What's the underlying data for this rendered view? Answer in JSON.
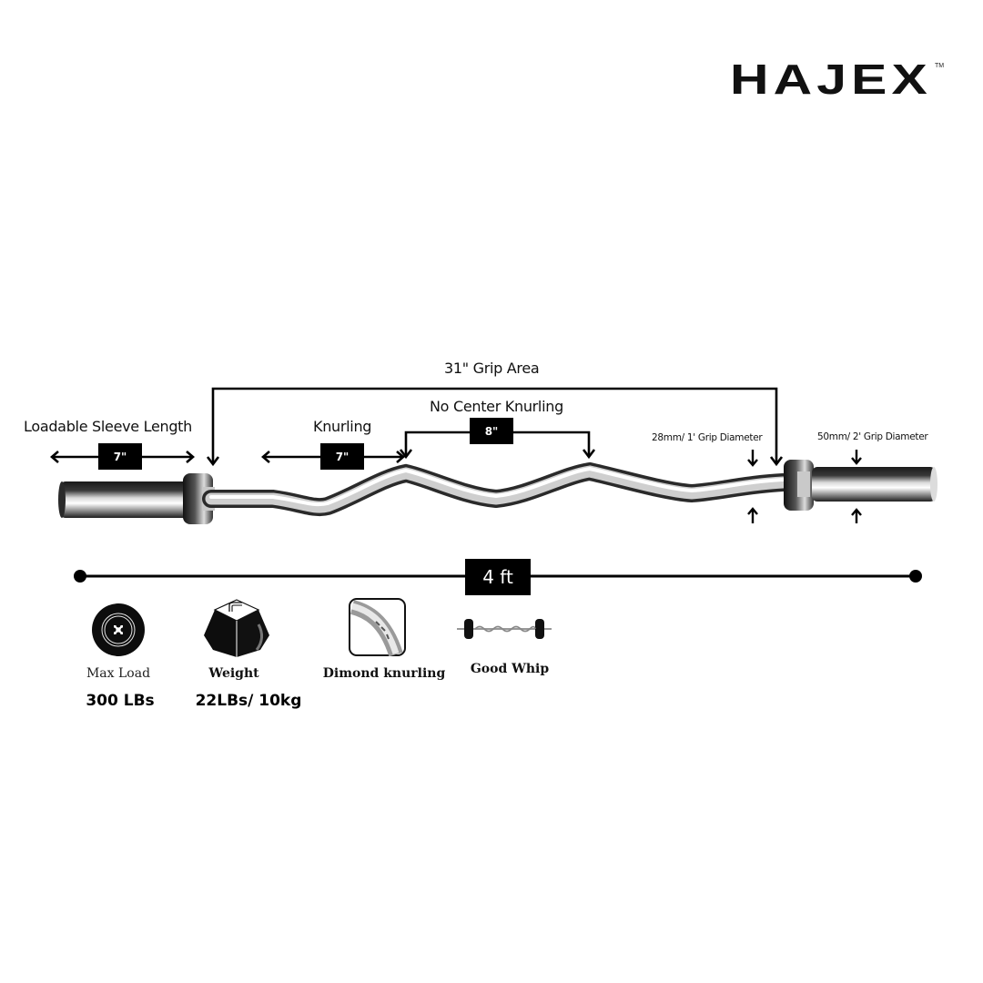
{
  "brand": {
    "name": "HAJEX",
    "trademark": "TM"
  },
  "diagram": {
    "grip_area_label": "31\" Grip Area",
    "no_center_knurling_label": "No Center Knurling",
    "no_center_knurling_value": "8\"",
    "knurling_label": "Knurling",
    "knurling_value": "7\"",
    "sleeve_label": "Loadable Sleeve Length",
    "sleeve_value": "7\"",
    "grip_diameter_label": "28mm/ 1' Grip Diameter",
    "sleeve_diameter_label": "50mm/ 2' Grip Diameter",
    "total_length": "4 ft"
  },
  "features": [
    {
      "icon": "weight-plate-icon",
      "title": "Max Load",
      "value": "300 LBs"
    },
    {
      "icon": "kettle-weight-icon",
      "title": "Weight",
      "value": "22LBs/ 10kg"
    },
    {
      "icon": "knurled-bar-closeup-icon",
      "title": "Dimond knurling",
      "value": ""
    },
    {
      "icon": "curl-bar-whip-icon",
      "title": "Good Whip",
      "value": ""
    }
  ],
  "colors": {
    "ink": "#111111",
    "tag_bg": "#000000",
    "tag_text": "#ffffff",
    "chrome_light": "#f2f2f2",
    "chrome_dark": "#1a1a1a"
  }
}
